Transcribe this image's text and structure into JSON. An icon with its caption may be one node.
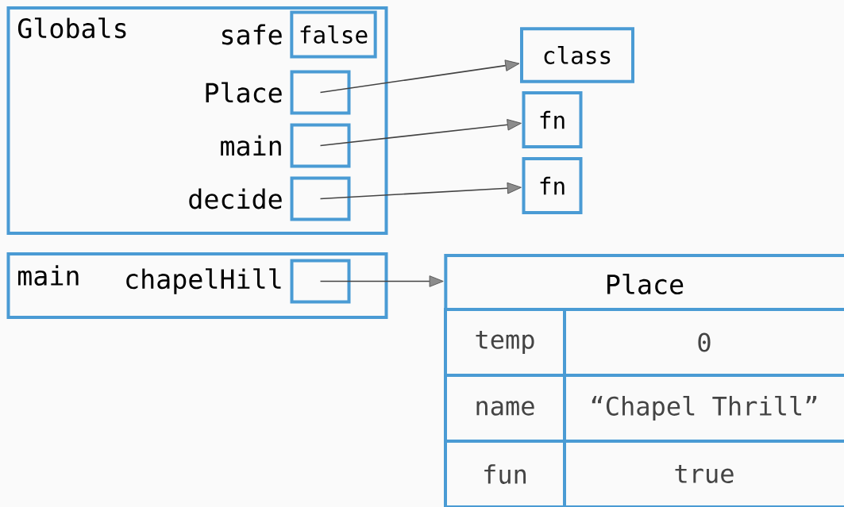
{
  "diagram": {
    "nodes": [
      {
        "text": [
          "Globals"
        ]
      },
      {
        "text": [
          "false"
        ],
        "beside": [
          "safe"
        ],
        "in": 0
      },
      {
        "text": [],
        "shape": "box",
        "beside": [
          "Place"
        ],
        "in": 0
      },
      {
        "text": [],
        "shape": "box",
        "beside": [
          "main"
        ],
        "in": 0
      },
      {
        "text": [],
        "shape": "box",
        "beside": [
          "decide"
        ],
        "in": 0
      },
      {
        "text": [
          "class"
        ]
      },
      {
        "text": [
          "fn"
        ]
      },
      {
        "text": [
          "fn"
        ]
      },
      {
        "text": [
          "main"
        ]
      },
      {
        "text": [],
        "shape": "box",
        "beside": [
          "chapelHill"
        ],
        "in": 8
      },
      {
        "text": [
          "Place"
        ]
      }
    ],
    "edges": [
      {
        "from": 2,
        "to": 5,
        "arrow": "to"
      },
      {
        "from": 3,
        "to": 6,
        "arrow": "to"
      },
      {
        "from": 4,
        "to": 7,
        "arrow": "to"
      },
      {
        "from": 9,
        "to": 10,
        "arrow": "to"
      }
    ],
    "labels": [
      "temp",
      "0",
      "name",
      "“Chapel Thrill”",
      "fun",
      "true"
    ]
  }
}
